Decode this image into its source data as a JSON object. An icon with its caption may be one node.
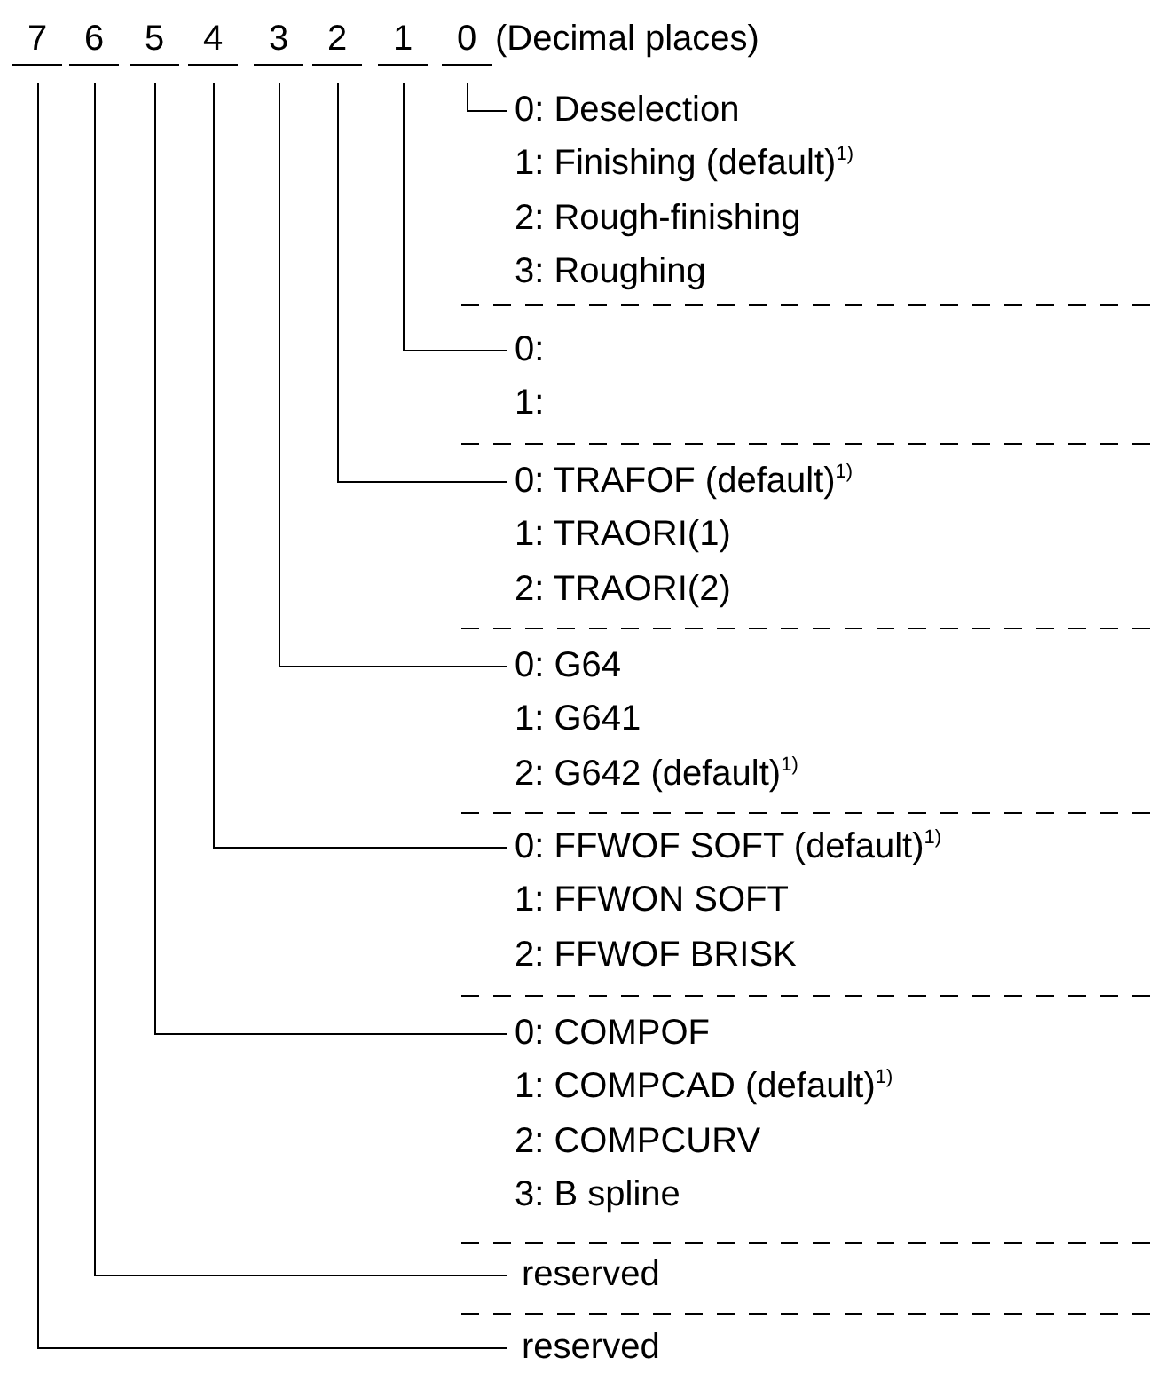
{
  "diagram": {
    "nodes": [
      {
        "text": [
          "7"
        ]
      },
      {
        "text": [
          "6"
        ]
      },
      {
        "text": [
          "5"
        ]
      },
      {
        "text": [
          "4"
        ]
      },
      {
        "text": [
          "3"
        ]
      },
      {
        "text": [
          "2"
        ]
      },
      {
        "text": [
          "1"
        ]
      },
      {
        "text": [
          "0"
        ]
      },
      {
        "text": [
          "0: Deselection",
          "1: Finishing (default)$^{1)}$",
          "2: Rough-finishing",
          "3: Roughing"
        ]
      },
      {
        "text": [
          "0:",
          "1:"
        ]
      },
      {
        "text": [
          "0: TRAFOF (default)$^{1)}$",
          "1: TRAORI(1)",
          "2: TRAORI(2)"
        ]
      },
      {
        "text": [
          "0: G64",
          "1: G641",
          "2: G642 (default)$^{1)}$"
        ]
      },
      {
        "text": [
          "0: FFWOF SOFT (default)$^{1)}$",
          "1: FFWON SOFT",
          "2: FFWOF BRISK"
        ]
      },
      {
        "text": [
          "0: COMPOF",
          "1: COMPCAD (default)$^{1)}$",
          "2: COMPCURV",
          "3: B spline"
        ]
      },
      {
        "text": [
          "reserved"
        ]
      },
      {
        "text": [
          "reserved"
        ]
      }
    ],
    "edges": [
      {
        "from": 7,
        "to": 8,
        "arrow": "none"
      },
      {
        "from": 6,
        "to": 9,
        "arrow": "none"
      },
      {
        "from": 5,
        "to": 10,
        "arrow": "none"
      },
      {
        "from": 4,
        "to": 11,
        "arrow": "none"
      },
      {
        "from": 3,
        "to": 12,
        "arrow": "none"
      },
      {
        "from": 2,
        "to": 13,
        "arrow": "none"
      },
      {
        "from": 1,
        "to": 14,
        "arrow": "none"
      },
      {
        "from": 0,
        "to": 15,
        "arrow": "none"
      }
    ],
    "labels": [
      "(Decimal places)"
    ]
  }
}
